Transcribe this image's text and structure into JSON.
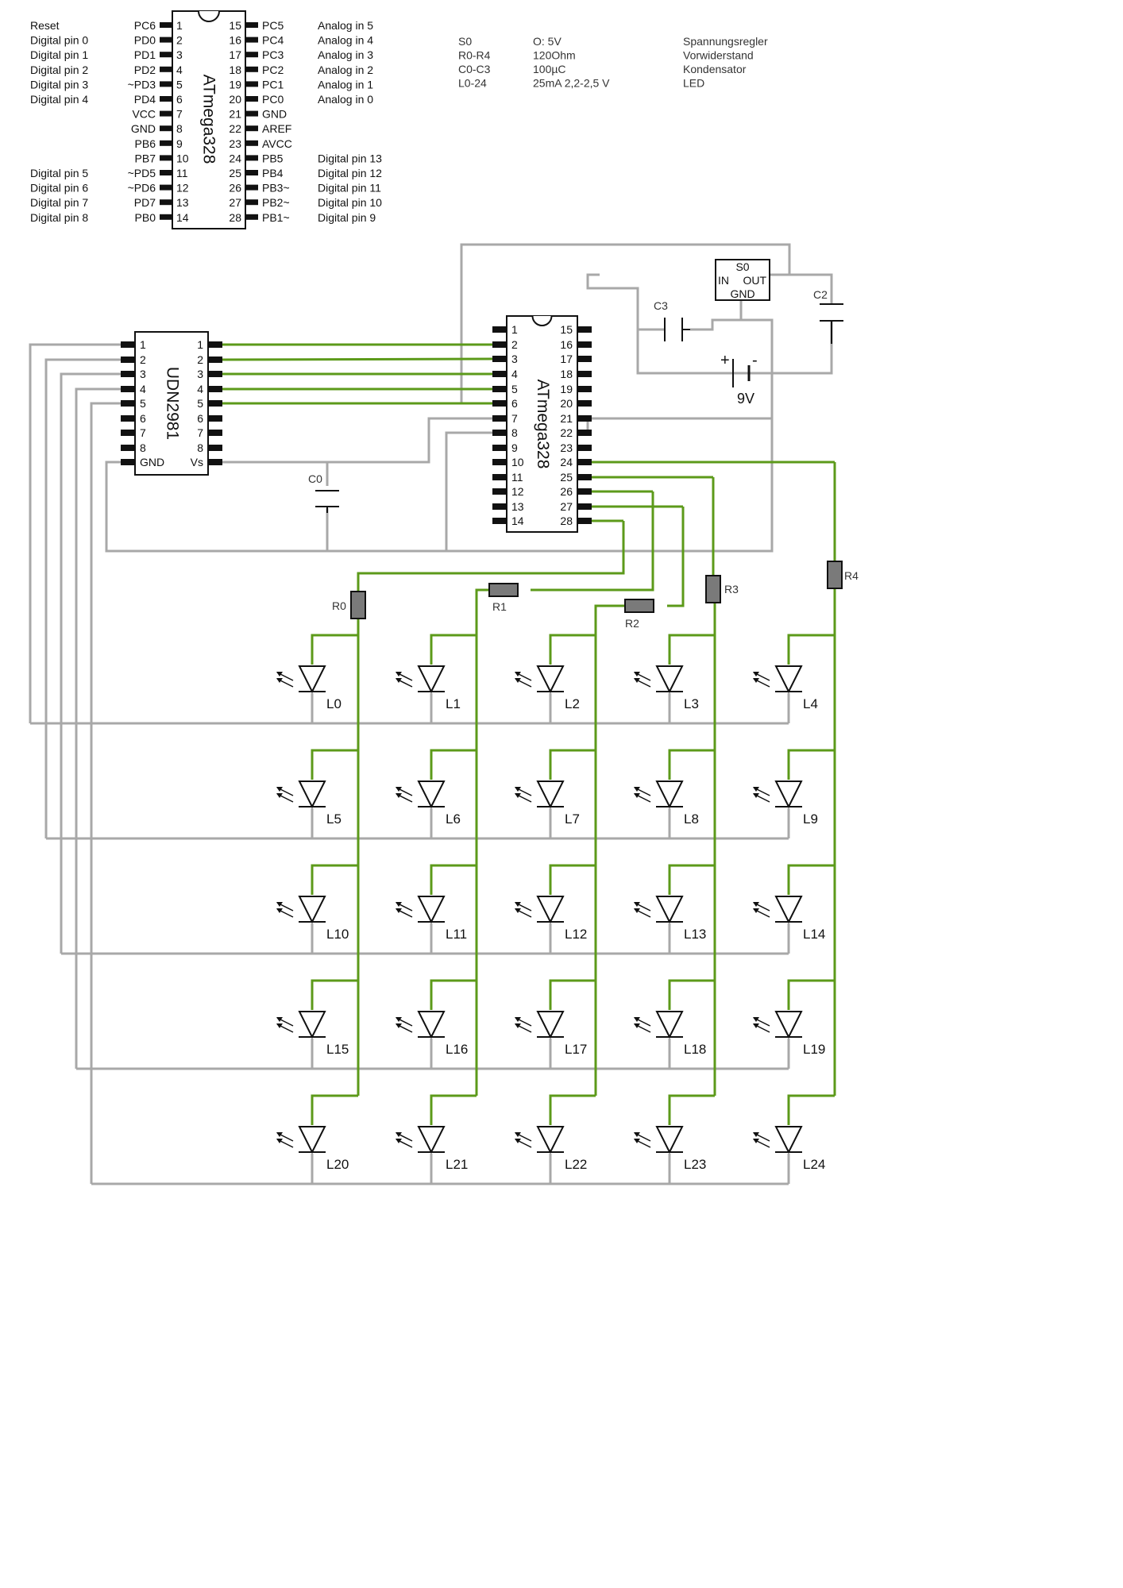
{
  "pinout": {
    "chip_name": "ATmega328",
    "left": [
      {
        "func": "Reset",
        "port": "PC6",
        "num": "1"
      },
      {
        "func": "Digital pin 0",
        "port": "PD0",
        "num": "2"
      },
      {
        "func": "Digital pin 1",
        "port": "PD1",
        "num": "3"
      },
      {
        "func": "Digital pin 2",
        "port": "PD2",
        "num": "4"
      },
      {
        "func": "Digital pin 3",
        "port": "~PD3",
        "num": "5"
      },
      {
        "func": "Digital pin 4",
        "port": "PD4",
        "num": "6"
      },
      {
        "func": "",
        "port": "VCC",
        "num": "7"
      },
      {
        "func": "",
        "port": "GND",
        "num": "8"
      },
      {
        "func": "",
        "port": "PB6",
        "num": "9"
      },
      {
        "func": "",
        "port": "PB7",
        "num": "10"
      },
      {
        "func": "Digital pin 5",
        "port": "~PD5",
        "num": "11"
      },
      {
        "func": "Digital pin 6",
        "port": "~PD6",
        "num": "12"
      },
      {
        "func": "Digital pin 7",
        "port": "PD7",
        "num": "13"
      },
      {
        "func": "Digital pin 8",
        "port": "PB0",
        "num": "14"
      }
    ],
    "right": [
      {
        "num": "15",
        "port": "PC5",
        "func": "Analog in 5"
      },
      {
        "num": "16",
        "port": "PC4",
        "func": "Analog in 4"
      },
      {
        "num": "17",
        "port": "PC3",
        "func": "Analog in 3"
      },
      {
        "num": "18",
        "port": "PC2",
        "func": "Analog in 2"
      },
      {
        "num": "19",
        "port": "PC1",
        "func": "Analog in 1"
      },
      {
        "num": "20",
        "port": "PC0",
        "func": "Analog in 0"
      },
      {
        "num": "21",
        "port": "GND",
        "func": ""
      },
      {
        "num": "22",
        "port": "AREF",
        "func": ""
      },
      {
        "num": "23",
        "port": "AVCC",
        "func": ""
      },
      {
        "num": "24",
        "port": "PB5",
        "func": "Digital pin 13"
      },
      {
        "num": "25",
        "port": "PB4",
        "func": "Digital pin 12"
      },
      {
        "num": "26",
        "port": "PB3~",
        "func": "Digital pin 11"
      },
      {
        "num": "27",
        "port": "PB2~",
        "func": "Digital pin 10"
      },
      {
        "num": "28",
        "port": "PB1~",
        "func": "Digital pin 9"
      }
    ]
  },
  "legend": [
    {
      "id": "S0",
      "value": "O: 5V",
      "desc": "Spannungsregler"
    },
    {
      "id": "R0-R4",
      "value": "120Ohm",
      "desc": "Vorwiderstand"
    },
    {
      "id": "C0-C3",
      "value": "100µC",
      "desc": "Kondensator"
    },
    {
      "id": "L0-24",
      "value": "25mA  2,2-2,5 V",
      "desc": "LED"
    }
  ],
  "udn": {
    "name": "UDN2981",
    "left_pins": [
      "1",
      "2",
      "3",
      "4",
      "5",
      "6",
      "7",
      "8",
      "GND"
    ],
    "right_pins": [
      "1",
      "2",
      "3",
      "4",
      "5",
      "6",
      "7",
      "8",
      "Vs"
    ]
  },
  "mcu": {
    "name": "ATmega328",
    "left_pins": [
      "1",
      "2",
      "3",
      "4",
      "5",
      "6",
      "7",
      "8",
      "9",
      "10",
      "11",
      "12",
      "13",
      "14"
    ],
    "right_pins": [
      "15",
      "16",
      "17",
      "18",
      "19",
      "20",
      "21",
      "22",
      "23",
      "24",
      "25",
      "26",
      "27",
      "28"
    ]
  },
  "regulator": {
    "name": "S0",
    "in": "IN",
    "out": "OUT",
    "gnd": "GND"
  },
  "battery": {
    "label": "9V",
    "plus": "+",
    "minus": "-"
  },
  "capacitors": [
    "C0",
    "C2",
    "C3"
  ],
  "resistors": [
    "R0",
    "R1",
    "R2",
    "R3",
    "R4"
  ],
  "leds": [
    "L0",
    "L1",
    "L2",
    "L3",
    "L4",
    "L5",
    "L6",
    "L7",
    "L8",
    "L9",
    "L10",
    "L11",
    "L12",
    "L13",
    "L14",
    "L15",
    "L16",
    "L17",
    "L18",
    "L19",
    "L20",
    "L21",
    "L22",
    "L23",
    "L24"
  ],
  "colors": {
    "signal": "#5c9a1a",
    "wire": "#a8a8a8",
    "part": "#111111",
    "resistor_fill": "#7a7a7a"
  }
}
